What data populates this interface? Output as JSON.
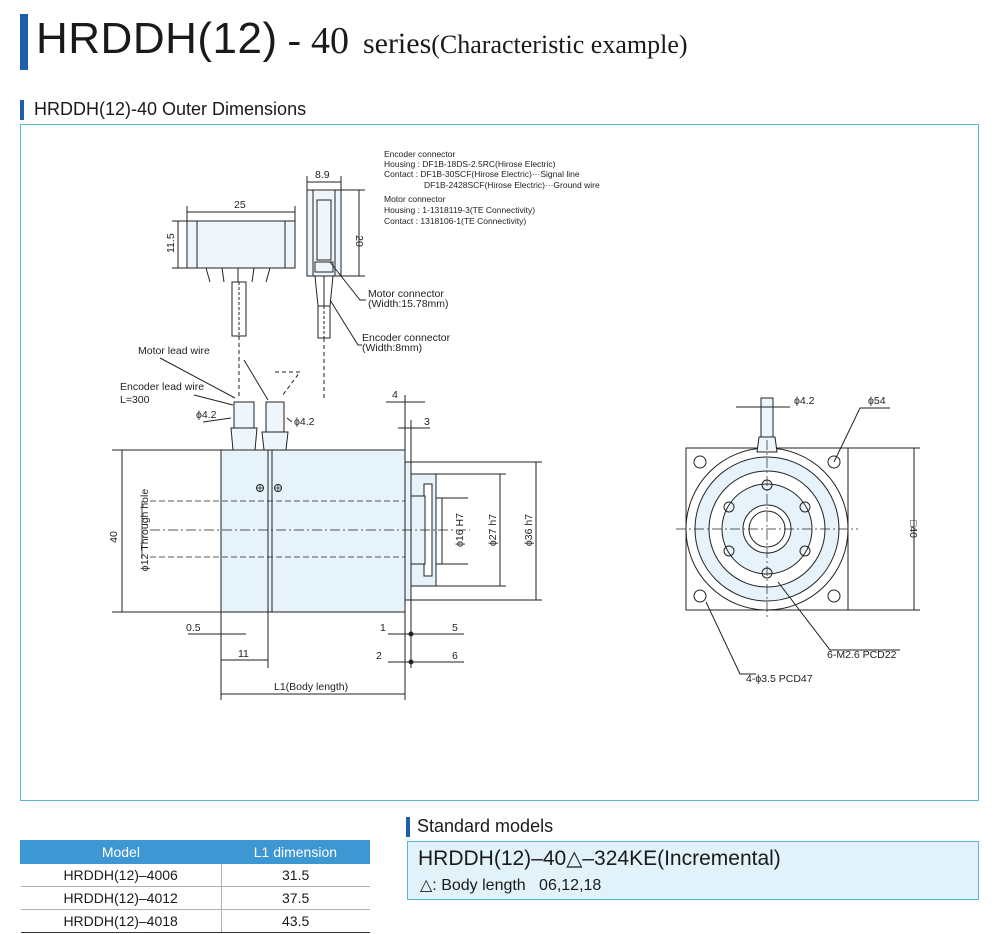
{
  "title": {
    "main": "HRDDH(12)",
    "dash": "-",
    "number": "40",
    "series": "series",
    "paren": "(Characteristic example)"
  },
  "outer_dimensions": {
    "heading": "HRDDH(12)-40 Outer Dimensions"
  },
  "drawing": {
    "connector_notes": {
      "encoder_title": "Encoder connector",
      "encoder_housing": "Housing : DF1B-18DS-2.5RC(Hirose Electric)",
      "encoder_contact1": "Contact : DF1B-30SCF(Hirose Electric)···Signal line",
      "encoder_contact2": "DF1B-2428SCF(Hirose Electric)···Ground wire",
      "motor_title": "Motor connector",
      "motor_housing": "Housing : 1-1318119-3(TE Connectivity)",
      "motor_contact": "Contact : 1318106-1(TE Connectivity)"
    },
    "labels": {
      "dim_25": "25",
      "dim_11_5": "11.5",
      "dim_8_9": "8.9",
      "dim_20": "20",
      "motor_connector": "Motor connector",
      "motor_connector_width": "(Width:15.78mm)",
      "encoder_connector": "Encoder connector",
      "encoder_connector_width": "(Width:8mm)",
      "motor_lead_wire": "Motor lead wire",
      "encoder_lead_wire": "Encoder lead wire",
      "encoder_lead_length": "L=300",
      "phi_4_2_a": "ϕ4.2",
      "phi_4_2_b": "ϕ4.2",
      "dim_4": "4",
      "dim_3": "3",
      "dim_40": "40",
      "through_hole": "ϕ12 Through hole",
      "phi16": "ϕ16 H7",
      "phi27": "ϕ27 h7",
      "phi36": "ϕ36 h7",
      "dim_0_5": "0.5",
      "dim_11": "11",
      "dim_1": "1",
      "dim_5": "5",
      "dim_2": "2",
      "dim_6": "6",
      "body_length": "L1(Body length)",
      "phi_4_2_c": "ϕ4.2",
      "phi_54": "ϕ54",
      "square_40": "□40",
      "m26": "6-M2.6 PCD22",
      "phi35": "4-ϕ3.5 PCD47"
    }
  },
  "l1_table": {
    "headers": [
      "Model",
      "L1 dimension"
    ],
    "rows": [
      [
        "HRDDH(12)–4006",
        "31.5"
      ],
      [
        "HRDDH(12)–4012",
        "37.5"
      ],
      [
        "HRDDH(12)–4018",
        "43.5"
      ]
    ]
  },
  "standard_models": {
    "heading": "Standard models",
    "model": "HRDDH(12)–40△–324KE(Incremental)",
    "note": "△: Body length   06,12,18"
  },
  "colors": {
    "accent": "#1d5fa8",
    "frame": "#5ab4d8",
    "table_header": "#3d97d3",
    "std_box_bg": "#e1f2fa",
    "motor_body": "#e6f3fb"
  }
}
